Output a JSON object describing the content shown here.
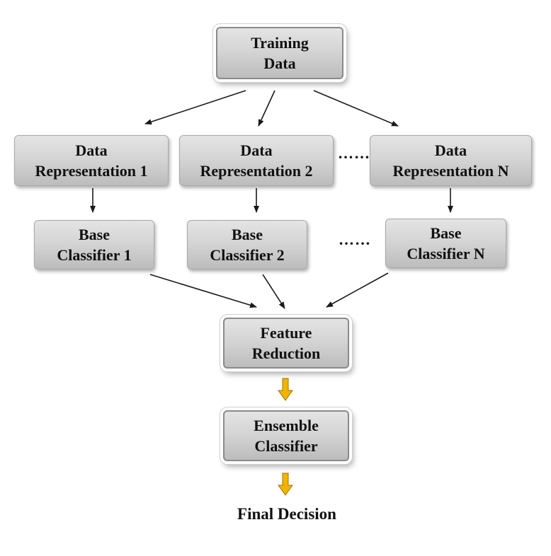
{
  "nodes": {
    "training": [
      "Training",
      "Data"
    ],
    "rep1": [
      "Data",
      "Representation 1"
    ],
    "rep2": [
      "Data",
      "Representation 2"
    ],
    "repN": [
      "Data",
      "Representation N"
    ],
    "base1": [
      "Base",
      "Classifier 1"
    ],
    "base2": [
      "Base",
      "Classifier 2"
    ],
    "baseN": [
      "Base",
      "Classifier N"
    ],
    "feature": [
      "Feature",
      "Reduction"
    ],
    "ensemble": [
      "Ensemble",
      "Classifier"
    ]
  },
  "ellipsis": "……",
  "final_label": "Final Decision",
  "colors": {
    "arrow_dark": "#1a1a1a",
    "arrow_gold": "#f0b400",
    "arrow_gold_edge": "#a07400"
  }
}
